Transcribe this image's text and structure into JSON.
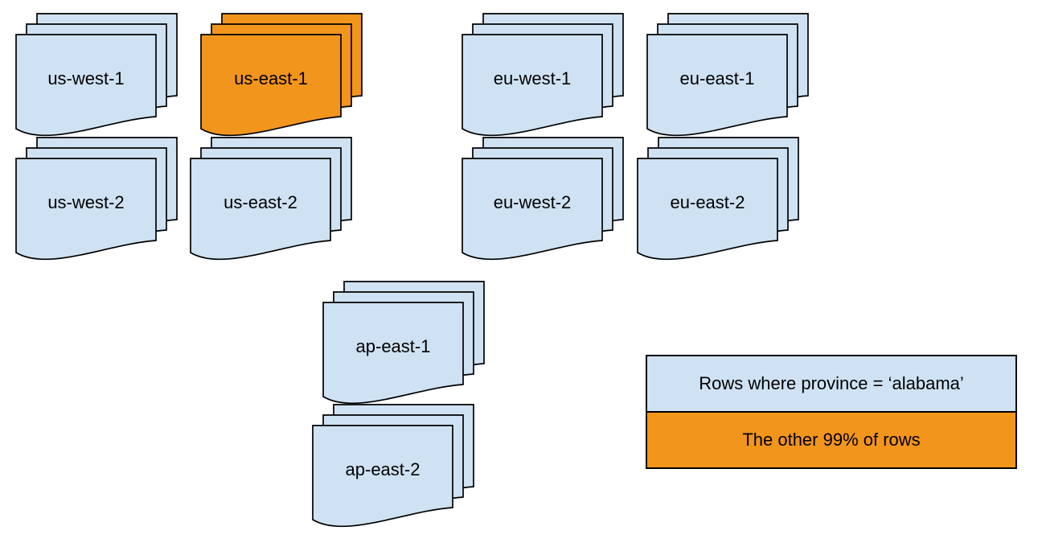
{
  "colors": {
    "region_fill": "#cfe2f3",
    "highlight_fill": "#f2951d",
    "stroke": "#000000",
    "background": "#ffffff",
    "text": "#000000"
  },
  "stacks": [
    {
      "label": "us-west-1",
      "highlighted": false
    },
    {
      "label": "us-east-1",
      "highlighted": true
    },
    {
      "label": "eu-west-1",
      "highlighted": false
    },
    {
      "label": "eu-east-1",
      "highlighted": false
    },
    {
      "label": "us-west-2",
      "highlighted": false
    },
    {
      "label": "us-east-2",
      "highlighted": false
    },
    {
      "label": "eu-west-2",
      "highlighted": false
    },
    {
      "label": "eu-east-2",
      "highlighted": false
    },
    {
      "label": "ap-east-1",
      "highlighted": false
    },
    {
      "label": "ap-east-2",
      "highlighted": false
    }
  ],
  "legend": {
    "items": [
      {
        "label": "Rows where province = ‘alabama’",
        "fill": "#cfe2f3"
      },
      {
        "label": "The other 99% of rows",
        "fill": "#f2951d"
      }
    ]
  }
}
